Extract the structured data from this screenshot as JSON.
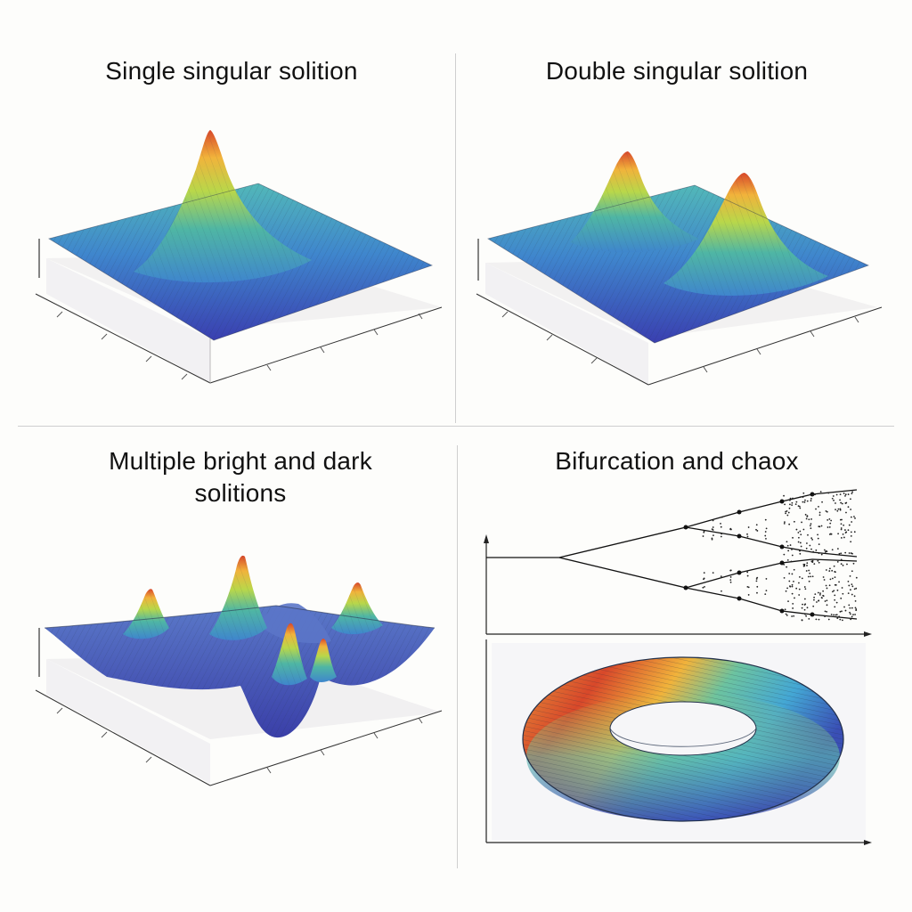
{
  "panels": [
    {
      "title": "Single singular solition",
      "plot": "surface-single-peak"
    },
    {
      "title": "Double singular solition",
      "plot": "surface-double-peak"
    },
    {
      "title": "Multiple bright and dark solitions",
      "plot": "surface-multi-peak"
    },
    {
      "title": "Bifurcation and chaox",
      "plot": "bifurcation-diagram-and-torus-attractor"
    }
  ],
  "colors": {
    "surface_low": "#3a3fb0",
    "surface_mid": "#3fa8cf",
    "surface_high_1": "#b9d74a",
    "surface_high_2": "#f1b33b",
    "surface_peak": "#d8482a",
    "mesh_line": "#23304a",
    "axis": "#333333",
    "floor": "#ecebed",
    "divider": "#cfcfcf"
  }
}
